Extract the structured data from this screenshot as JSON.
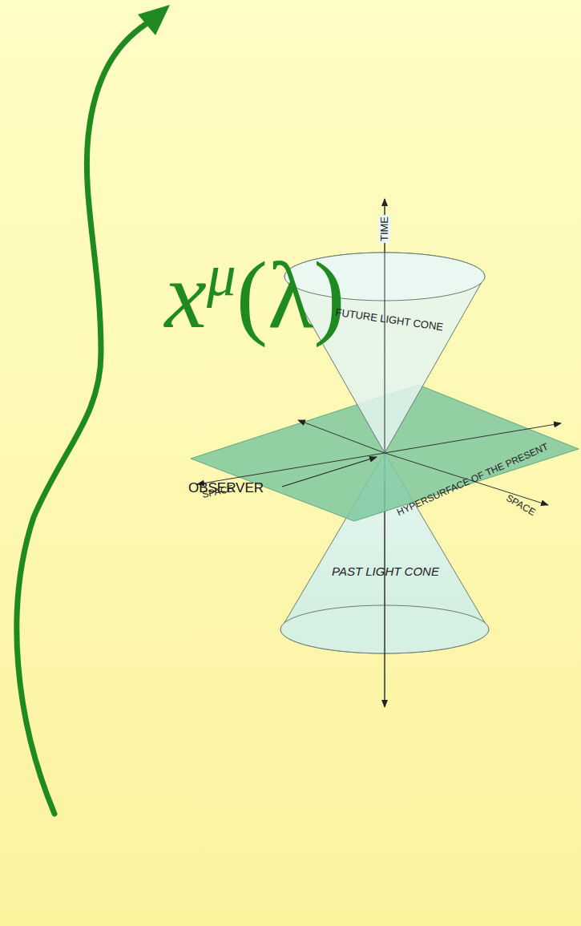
{
  "diagram": {
    "labels": [
      "xμ(λ)",
      "TIME",
      "FUTURE LIGHT CONE",
      "OBSERVER",
      "SPACE",
      "HYPERSURFACE OF THE PRESENT",
      "SPACE",
      "PAST LIGHT CONE"
    ]
  }
}
